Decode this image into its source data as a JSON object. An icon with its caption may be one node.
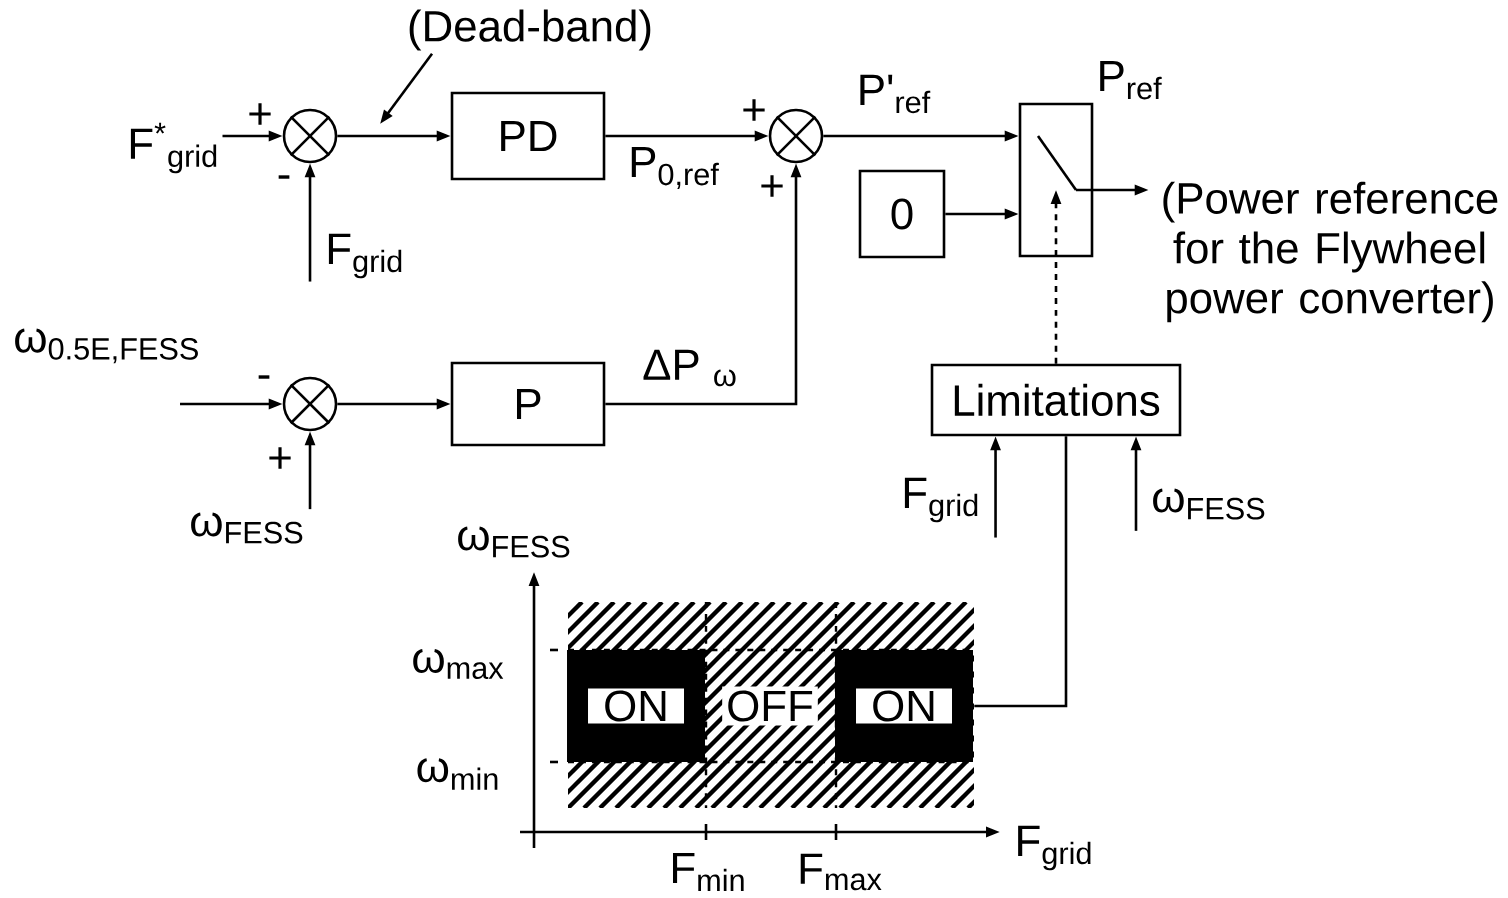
{
  "diagram": {
    "nodes": [
      {
        "text": [],
        "shape": "circle"
      },
      {
        "text": [
          "PD"
        ]
      },
      {
        "text": [],
        "shape": "circle"
      },
      {
        "text": [],
        "shape": "box",
        "beside": [
          "P$_{ref}$"
        ]
      },
      {
        "text": [
          "0"
        ]
      },
      {
        "text": [
          "P"
        ]
      },
      {
        "text": [],
        "shape": "circle"
      },
      {
        "text": [
          "Limitations"
        ]
      },
      {
        "text": [
          "ON"
        ]
      },
      {
        "text": [
          "OFF"
        ]
      },
      {
        "text": [
          "ON"
        ]
      },
      {
        "text": [
          "(Power reference for the Flywheel power converter)"
        ]
      },
      {
        "text": [
          "F$^{*}$$_{grid}$"
        ]
      },
      {
        "text": [
          "F$_{grid}$"
        ]
      },
      {
        "text": [
          "ω$_{0.5E,FESS}$"
        ]
      },
      {
        "text": [
          "ω$_{FESS}$"
        ]
      },
      {
        "text": [
          "F$_{grid}$"
        ]
      },
      {
        "text": [
          "ω$_{FESS}$"
        ]
      },
      {
        "text": [
          "(Dead-band)"
        ]
      }
    ],
    "edges": [
      {
        "from": 12,
        "to": 0,
        "arrow": "to"
      },
      {
        "from": 13,
        "to": 0,
        "arrow": "to"
      },
      {
        "from": 0,
        "to": 1,
        "arrow": "to"
      },
      {
        "from": 1,
        "to": 2,
        "arrow": "to",
        "label": "P$_{0,ref}$"
      },
      {
        "from": 2,
        "to": 3,
        "arrow": "to",
        "label": "P'$_{ref}$"
      },
      {
        "from": 4,
        "to": 3,
        "arrow": "to"
      },
      {
        "from": 3,
        "to": 11,
        "arrow": "to"
      },
      {
        "from": 14,
        "to": 6,
        "arrow": "to"
      },
      {
        "from": 15,
        "to": 6,
        "arrow": "to"
      },
      {
        "from": 6,
        "to": 5,
        "arrow": "to"
      },
      {
        "from": 5,
        "to": 2,
        "arrow": "to",
        "label": "ΔP $_{ω}$"
      },
      {
        "from": 7,
        "to": 3,
        "arrow": "to",
        "style": "dashed"
      },
      {
        "from": 16,
        "to": 7,
        "arrow": "to"
      },
      {
        "from": 10,
        "to": 7,
        "arrow": "none"
      },
      {
        "from": 17,
        "to": 7,
        "arrow": "to"
      },
      {
        "from": 18,
        "to": null,
        "arrow": "to"
      }
    ],
    "labels": [
      "+",
      "-",
      "+",
      "+",
      "-",
      "+",
      "ω$_{FESS}$",
      "ω$_{max}$",
      "ω$_{min}$",
      "F$_{grid}$",
      "F$_{min}$",
      "F$_{max}$"
    ]
  }
}
